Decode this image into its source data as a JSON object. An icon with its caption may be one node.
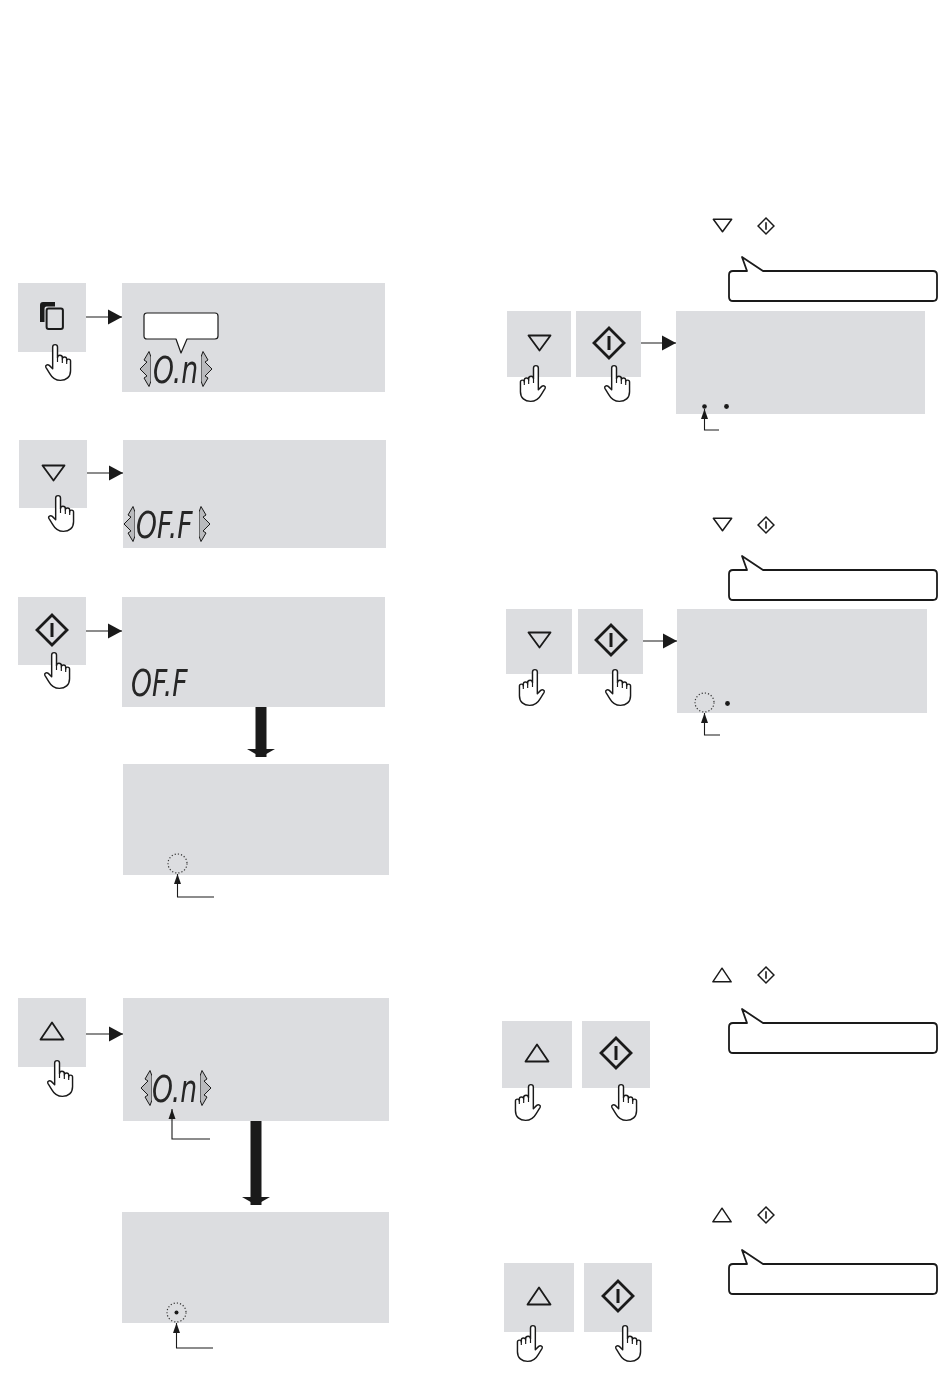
{
  "diagram": {
    "nodes": [
      {
        "text": [],
        "shape": "box"
      },
      {
        "text": [
          "O.n"
        ]
      },
      {
        "text": [],
        "shape": "callout",
        "in": 1
      },
      {
        "text": [],
        "shape": "box"
      },
      {
        "text": [
          "OF.F"
        ]
      },
      {
        "text": [],
        "shape": "box"
      },
      {
        "text": [
          "OF.F"
        ]
      },
      {
        "text": [],
        "shape": "box"
      },
      {
        "text": [],
        "shape": "circle",
        "in": 7
      },
      {
        "text": [],
        "shape": "box"
      },
      {
        "text": [
          "O.n"
        ]
      },
      {
        "text": [],
        "shape": "box"
      },
      {
        "text": [],
        "shape": "circle",
        "in": 11
      },
      {
        "text": [],
        "shape": "callout"
      },
      {
        "text": [],
        "shape": "box"
      },
      {
        "text": [],
        "shape": "box"
      },
      {
        "text": [],
        "shape": "box"
      },
      {
        "text": [],
        "shape": "circle",
        "in": 16
      },
      {
        "text": [],
        "shape": "callout"
      },
      {
        "text": [],
        "shape": "box"
      },
      {
        "text": [],
        "shape": "box"
      },
      {
        "text": [],
        "shape": "box"
      },
      {
        "text": [],
        "shape": "circle",
        "in": 21
      },
      {
        "text": [],
        "shape": "box"
      },
      {
        "text": [],
        "shape": "box"
      },
      {
        "text": [],
        "shape": "callout"
      },
      {
        "text": [],
        "shape": "box"
      },
      {
        "text": [],
        "shape": "box"
      },
      {
        "text": [],
        "shape": "callout"
      }
    ],
    "edges": [
      {
        "from": 0,
        "to": 1,
        "arrow": "to"
      },
      {
        "from": 3,
        "to": 4,
        "arrow": "to"
      },
      {
        "from": 5,
        "to": 6,
        "arrow": "to"
      },
      {
        "from": 6,
        "to": 7,
        "arrow": "to",
        "style": "thick"
      },
      {
        "from": null,
        "to": 8,
        "arrow": "to"
      },
      {
        "from": 9,
        "to": 10,
        "arrow": "to"
      },
      {
        "from": null,
        "to": 10,
        "arrow": "to"
      },
      {
        "from": 10,
        "to": 11,
        "arrow": "to",
        "style": "thick"
      },
      {
        "from": null,
        "to": 12,
        "arrow": "to"
      },
      {
        "from": 15,
        "to": 16,
        "arrow": "to"
      },
      {
        "from": null,
        "to": 17,
        "arrow": "to"
      },
      {
        "from": 20,
        "to": 21,
        "arrow": "to"
      },
      {
        "from": null,
        "to": 22,
        "arrow": "to"
      }
    ]
  }
}
